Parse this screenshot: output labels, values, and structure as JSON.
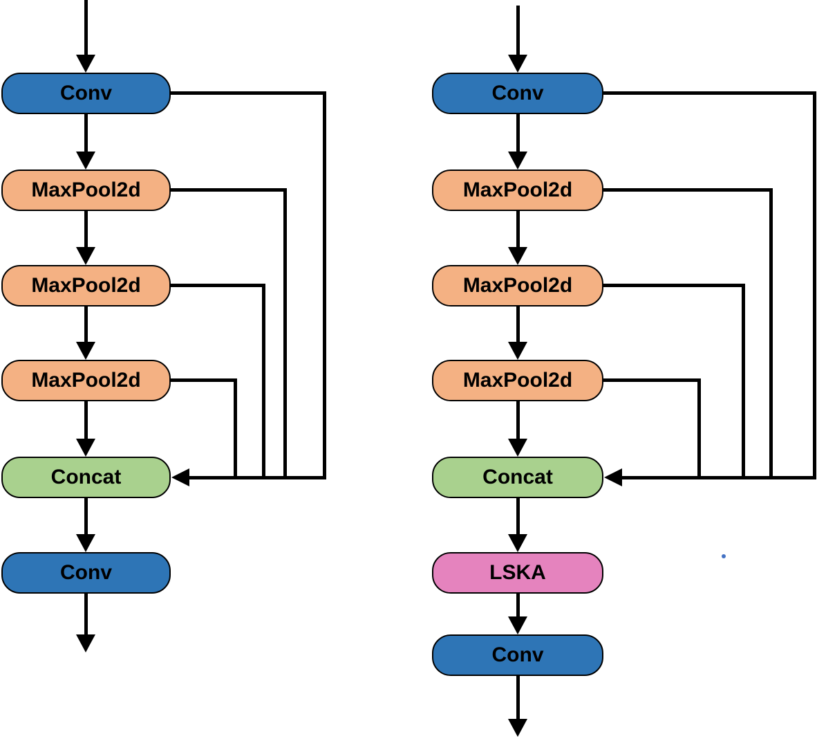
{
  "background": "#FFFFFF",
  "colors": {
    "conv": "#2E75B6",
    "maxpool": "#F4B183",
    "concat": "#A9D18E",
    "lska": "#E583BE",
    "edge": "#000000",
    "artifact_dot": "#4472C4"
  },
  "left_diagram": {
    "nodes": [
      {
        "label": "Conv",
        "type": "conv"
      },
      {
        "label": "MaxPool2d",
        "type": "maxpool"
      },
      {
        "label": "MaxPool2d",
        "type": "maxpool"
      },
      {
        "label": "MaxPool2d",
        "type": "maxpool"
      },
      {
        "label": "Concat",
        "type": "concat"
      },
      {
        "label": "Conv",
        "type": "conv"
      }
    ]
  },
  "right_diagram": {
    "nodes": [
      {
        "label": "Conv",
        "type": "conv"
      },
      {
        "label": "MaxPool2d",
        "type": "maxpool"
      },
      {
        "label": "MaxPool2d",
        "type": "maxpool"
      },
      {
        "label": "MaxPool2d",
        "type": "maxpool"
      },
      {
        "label": "Concat",
        "type": "concat"
      },
      {
        "label": "LSKA",
        "type": "lska"
      },
      {
        "label": "Conv",
        "type": "conv"
      }
    ]
  }
}
